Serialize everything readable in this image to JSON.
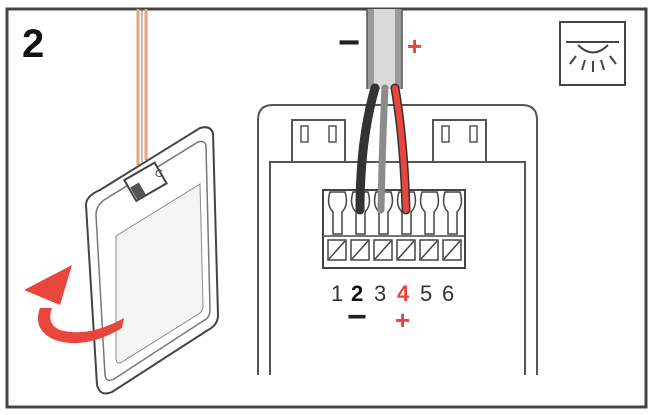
{
  "step": {
    "number": "2"
  },
  "cable": {
    "minus_label": "−",
    "plus_label": "+"
  },
  "terminals": {
    "numbers": [
      "1",
      "2",
      "3",
      "4",
      "5",
      "6"
    ],
    "negative_mark": "−",
    "positive_mark": "+"
  },
  "colors": {
    "frame": "#444444",
    "red": "#e8453c",
    "black_wire": "#333333",
    "grey": "#9a9a9a",
    "orange_cable": "#e9a27a"
  },
  "icons": {
    "ceiling_light": "ceiling-light-icon",
    "rotate_arrow": "rotate-arrow-icon"
  }
}
